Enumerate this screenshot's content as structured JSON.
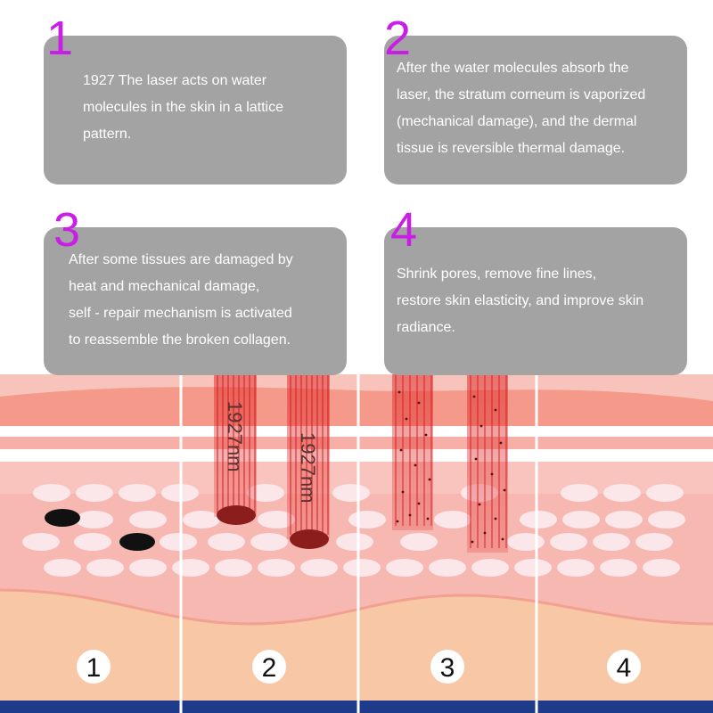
{
  "steps": [
    {
      "number": "1",
      "text": "1927 The laser acts on water\nmolecules in the skin in a lattice\npattern."
    },
    {
      "number": "2",
      "text": "After the water molecules absorb the\nlaser, the stratum corneum is vaporized\n(mechanical damage), and the dermal\ntissue is reversible thermal damage."
    },
    {
      "number": "3",
      "text": "After some tissues are damaged by\nheat and mechanical damage,\nself - repair mechanism is activated\nto reassemble the broken collagen."
    },
    {
      "number": "4",
      "text": "Shrink pores, remove fine lines,\nrestore skin elasticity, and improve skin\nradiance."
    }
  ],
  "stages": [
    "1",
    "2",
    "3",
    "4"
  ],
  "laser_label": "1927nm",
  "colors": {
    "card": "#a3a3a3",
    "number": "#c81ee6",
    "epidermis": "#f59a8a",
    "dermis": "#f7b8b2",
    "subcutis": "#f8c8a6",
    "base": "#1e3a8a",
    "laser": "#e03030",
    "pore": "#fbe6ea"
  }
}
